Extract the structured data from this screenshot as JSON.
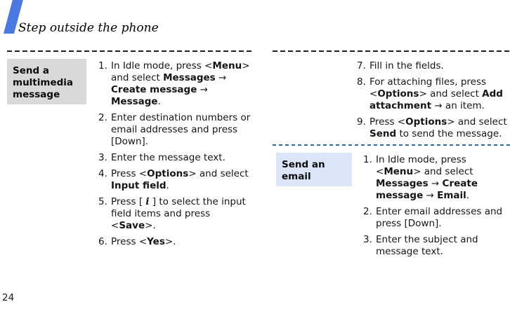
{
  "page": {
    "number": "24"
  },
  "header": {
    "title": "Step outside the phone"
  },
  "colors": {
    "accent_blue": "#4b79e4",
    "label_gray_bg": "#d9d9d9",
    "label_blue_bg": "#dce6fb",
    "divider_black": "#1f1f1f",
    "divider_blue": "#2f6ba3",
    "text": "#151515"
  },
  "sections": [
    {
      "label": "Send a multimedia message",
      "steps": [
        [
          [
            "In Idle mode, press <",
            ""
          ],
          [
            "Menu",
            "b"
          ],
          [
            "> and select ",
            ""
          ],
          [
            "Messages",
            "b"
          ],
          [
            " → ",
            ""
          ],
          [
            "Create message",
            "b"
          ],
          [
            " → ",
            ""
          ],
          [
            "Message",
            "b"
          ],
          [
            ".",
            ""
          ]
        ],
        [
          [
            "Enter destination numbers or email addresses and press [Down].",
            ""
          ]
        ],
        [
          [
            "Enter the message text.",
            ""
          ]
        ],
        [
          [
            "Press <",
            ""
          ],
          [
            "Options",
            "b"
          ],
          [
            "> and select ",
            ""
          ],
          [
            "Input field",
            "b"
          ],
          [
            ".",
            ""
          ]
        ],
        [
          [
            "Press [ ",
            ""
          ],
          [
            "i",
            "ikey"
          ],
          [
            " ] to select the input field items and press <",
            ""
          ],
          [
            "Save",
            "b"
          ],
          [
            ">.",
            ""
          ]
        ],
        [
          [
            "Press <",
            ""
          ],
          [
            "Yes",
            "b"
          ],
          [
            ">.",
            ""
          ]
        ],
        [
          [
            "Fill in the fields.",
            ""
          ]
        ],
        [
          [
            "For attaching files, press <",
            ""
          ],
          [
            "Options",
            "b"
          ],
          [
            "> and select ",
            ""
          ],
          [
            "Add attachment",
            "b"
          ],
          [
            " → an item.",
            ""
          ]
        ],
        [
          [
            "Press <",
            ""
          ],
          [
            "Options",
            "b"
          ],
          [
            "> and select ",
            ""
          ],
          [
            "Send",
            "b"
          ],
          [
            " to send the message.",
            ""
          ]
        ]
      ]
    },
    {
      "label": "Send an email",
      "steps": [
        [
          [
            "In Idle mode, press <",
            ""
          ],
          [
            "Menu",
            "b"
          ],
          [
            "> and select ",
            ""
          ],
          [
            "Messages",
            "b"
          ],
          [
            " → ",
            ""
          ],
          [
            "Create message",
            "b"
          ],
          [
            " → ",
            ""
          ],
          [
            "Email",
            "b"
          ],
          [
            ".",
            ""
          ]
        ],
        [
          [
            "Enter email addresses and press [Down].",
            ""
          ]
        ],
        [
          [
            "Enter the subject and message text.",
            ""
          ]
        ]
      ]
    }
  ]
}
